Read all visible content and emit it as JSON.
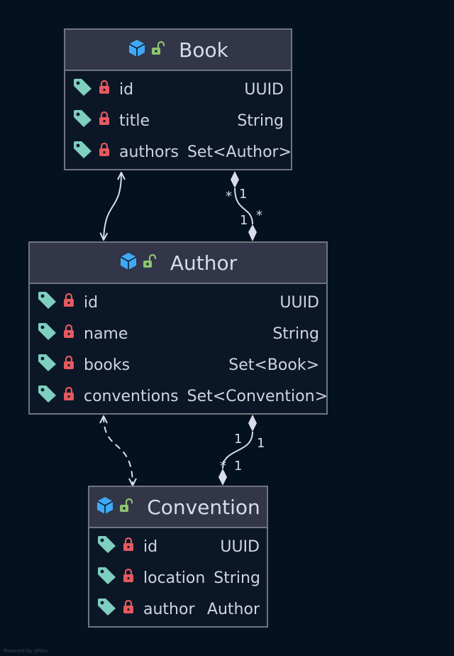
{
  "entities": [
    {
      "name": "Book",
      "attributes": [
        {
          "name": "id",
          "type": "UUID"
        },
        {
          "name": "title",
          "type": "String"
        },
        {
          "name": "authors",
          "type": "Set<Author>"
        }
      ]
    },
    {
      "name": "Author",
      "attributes": [
        {
          "name": "id",
          "type": "UUID"
        },
        {
          "name": "name",
          "type": "String"
        },
        {
          "name": "books",
          "type": "Set<Book>"
        },
        {
          "name": "conventions",
          "type": "Set<Convention>"
        }
      ]
    },
    {
      "name": "Convention",
      "attributes": [
        {
          "name": "id",
          "type": "UUID"
        },
        {
          "name": "location",
          "type": "String"
        },
        {
          "name": "author",
          "type": "Author"
        }
      ]
    }
  ],
  "multiplicities": {
    "book_author_book_star": "*",
    "book_author_book_one": "1",
    "book_author_author_one": "1",
    "book_author_author_star": "*",
    "author_conv_author_one_a": "1",
    "author_conv_author_one_b": "1",
    "author_conv_conv_star": "*",
    "author_conv_conv_one": "1"
  },
  "footer": "Powered by yFiles",
  "colors": {
    "background": "#04111f",
    "header": "#323648",
    "border": "#6f7580",
    "text": "#d8dcea",
    "class_icon": "#3fa9f5",
    "unlock_icon": "#8dc26f",
    "tag_icon": "#7ecfc0",
    "lock_icon": "#e5595f",
    "edge": "#d8dcea"
  }
}
